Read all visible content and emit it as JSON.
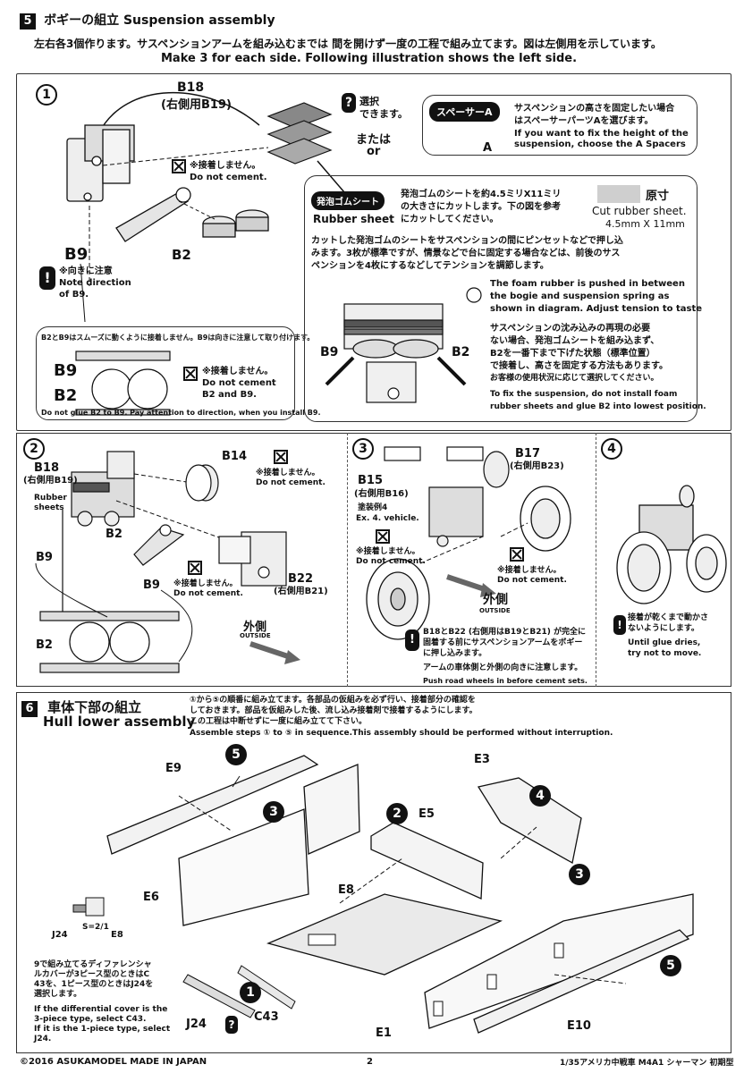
{
  "section5": {
    "step_no": "5",
    "title": "ボギーの組立 Suspension assembly",
    "intro_jp": "左右各3個作ります。サスペンションアームを組み込むまでは 間を開けず一度の工程で組み立てます。図は左側用を示しています。",
    "intro_en1": "Make 3 for each side. Following illustration shows",
    "intro_en2": "the left side.",
    "sub1": "1",
    "b18": "B18",
    "b18_alt": "(右側用B19)",
    "choice_jp1": "選択",
    "choice_jp2": "できます。",
    "or_jp": "または",
    "or_en": "or",
    "spacer_badge": "スペーサーA",
    "spacer_jp1": "サスペンションの高さを固定したい場合",
    "spacer_jp2": "はスペーサーパーツAを選びます。",
    "spacer_en1": "If you want to fix the height of the",
    "spacer_en2": "suspension, choose the A Spacers",
    "spacer_part": "A",
    "nocement_jp": "※接着しません。",
    "nocement_en": "Do not cement.",
    "b9": "B9",
    "b2": "B2",
    "note_jp": "※向きに注意",
    "note_en1": "Note direction",
    "note_en2": "of B9.",
    "rubber_badge": "発泡ゴムシート",
    "rubber_en": "Rubber sheet",
    "rubber_jp1": "発泡ゴムのシートを約4.5ミリX11ミリ",
    "rubber_jp2": "の大きさにカットします。下の図を参考",
    "rubber_jp3": "にカットしてください。",
    "actual_size": "原寸",
    "cut_en1": "Cut rubber sheet.",
    "cut_en2": "4.5mm  X  11mm",
    "push_jp1": "カットした発泡ゴムのシートをサスペンションの間にピンセットなどで押し込",
    "push_jp2": "みます。3枚が標準ですが、情景などで台に固定する場合などは、前後のサス",
    "push_jp3": "ペンションを4枚にするなどしてテンションを調節します。",
    "push_en1": "The foam rubber is pushed in between",
    "push_en2": "the bogie and suspension spring as",
    "push_en3": "shown in diagram. Adjust tension to taste",
    "fix_jp1": "サスペンションの沈み込みの再現の必要",
    "fix_jp2": "ない場合、発泡ゴムシートを組み込まず、",
    "fix_jp3": "B2を一番下まで下げた状態（標準位置）",
    "fix_jp4": "で接着し、高さを固定する方法もあります。",
    "fix_jp5": "お客様の使用状況に応じて選択してください。",
    "fix_en1": "To fix the suspension, do not install foam",
    "fix_en2": "rubber sheets and glue B2 into lowest position.",
    "glue_jp": "B2とB9はスムーズに動くように接着しません。B9は向きに注意して取り付けます。",
    "glue_en": "Do not glue B2 to B9. Pay attention to direction, when you install B9.",
    "nocement_en2": "Do not cement",
    "b2_and_b9": "B2 and B9."
  },
  "step2": {
    "num": "2",
    "b14": "B14",
    "b18": "B18",
    "b18_alt": "(右側用B19)",
    "rubber1": "Rubber",
    "rubber2": "sheets",
    "b2": "B2",
    "b9": "B9",
    "b22": "B22",
    "b22_alt": "(右側用B21)",
    "nocement_jp": "※接着しません。",
    "nocement_en": "Do not cement.",
    "outside_jp": "外側",
    "outside_en": "OUTSIDE"
  },
  "step3": {
    "num": "3",
    "b17": "B17",
    "b17_alt": "(右側用B23)",
    "b15": "B15",
    "b15_alt": "(右側用B16)",
    "paint_jp": "塗装例4",
    "paint_en": "Ex. 4. vehicle.",
    "nocement_jp": "※接着しません。",
    "nocement_en": "Do not cement.",
    "outside_jp": "外側",
    "outside_en": "OUTSIDE",
    "warn_jp1": "B18とB22 (右側用はB19とB21) が完全に",
    "warn_jp2": "固着する前にサスペンションアームをボギー",
    "warn_jp3": "に押し込みます。",
    "warn_jp4": "アームの車体側と外側の向きに注意します。",
    "warn_en": "Push road wheels in before cement sets."
  },
  "step4": {
    "num": "4",
    "dry_jp1": "接着が乾くまで動かさ",
    "dry_jp2": "ないようにします。",
    "dry_en1": "Until glue dries,",
    "dry_en2": "try not to move."
  },
  "section6": {
    "step_no": "6",
    "title_jp": "車体下部の組立",
    "title_en": "Hull lower assembly",
    "note_jp1": "①から⑤の順番に組み立てます。各部品の仮組みを必ず行い、接着部分の確認を",
    "note_jp2": "しておきます。部品を仮組みした後、流し込み接着剤で接着するようにします。",
    "note_jp3": "この工程は中断せずに一度に組み立てて下さい。",
    "note_en": "Assemble steps ① to ⑤ in sequence.This assembly should be performed without interruption.",
    "e9": "E9",
    "e3": "E3",
    "e5": "E5",
    "e6": "E6",
    "e8": "E8",
    "e1": "E1",
    "e10": "E10",
    "j24": "J24",
    "c43": "C43",
    "s_ratio": "S=2/1",
    "e8_small": "E8",
    "j24_small": "J24",
    "n1": "1",
    "n2": "2",
    "n3": "3",
    "n4": "4",
    "n5": "5",
    "diff_jp1": "9で組み立てるディファレンシャ",
    "diff_jp2": "ルカバーが3ピース型のときはC",
    "diff_jp3": "43を、1ピース型のときはJ24を",
    "diff_jp4": "選択します。",
    "diff_en1": "If the differential cover is the",
    "diff_en2": "3-piece type, select C43.",
    "diff_en3": "If it is the 1-piece type, select",
    "diff_en4": "J24."
  },
  "footer": {
    "copyright": "©2016 ASUKAMODEL   MADE IN JAPAN",
    "page": "2",
    "right": "1/35アメリカ中戦車 M4A1 シャーマン 初期型"
  }
}
